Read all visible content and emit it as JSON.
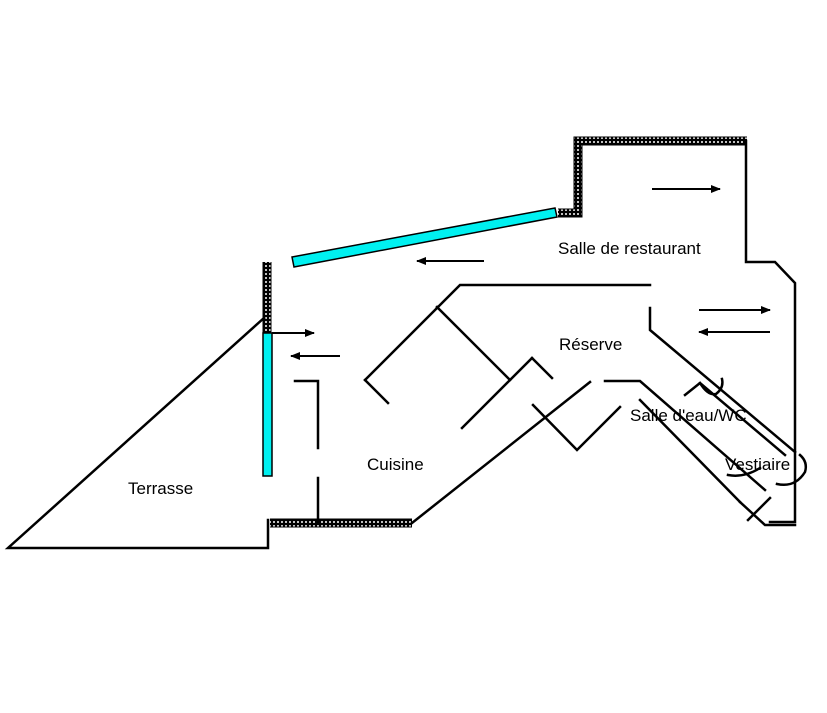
{
  "rooms": {
    "restaurant": "Salle de restaurant",
    "reserve": "Réserve",
    "salle_eau": "Salle d'eau/WC",
    "vestiaire": "Vestiaire",
    "cuisine": "Cuisine",
    "terrasse": "Terrasse"
  },
  "colors": {
    "window": "#00f0f0",
    "wall": "#000000",
    "hatch": "#ffffff"
  }
}
